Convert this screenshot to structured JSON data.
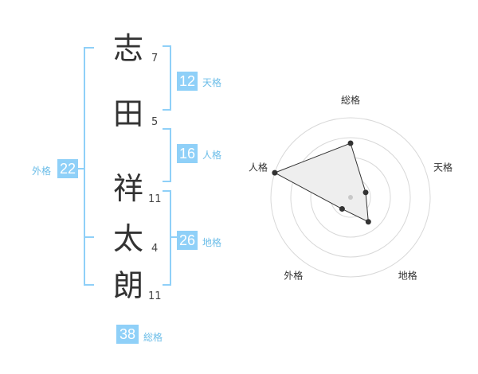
{
  "name": {
    "chars": [
      {
        "char": "志",
        "strokes": "7"
      },
      {
        "char": "田",
        "strokes": "5"
      },
      {
        "char": "祥",
        "strokes": "11"
      },
      {
        "char": "太",
        "strokes": "4"
      },
      {
        "char": "朗",
        "strokes": "11"
      }
    ]
  },
  "fortune": {
    "tenkaku": {
      "value": "12",
      "label": "天格"
    },
    "jinkaku": {
      "value": "16",
      "label": "人格"
    },
    "chikaku": {
      "value": "26",
      "label": "地格"
    },
    "gaikaku": {
      "value": "22",
      "label": "外格"
    },
    "soukaku": {
      "value": "38",
      "label": "総格"
    }
  },
  "chart_data": {
    "type": "radar",
    "axes": [
      "総格",
      "天格",
      "地格",
      "外格",
      "人格"
    ],
    "values": [
      0.68,
      0.2,
      0.38,
      0.18,
      1.0
    ],
    "rings": 4,
    "colors": {
      "bracket": "#8fd0f8",
      "fill": "#eeeeee",
      "line": "#333333",
      "grid": "#d8d8d8"
    }
  }
}
